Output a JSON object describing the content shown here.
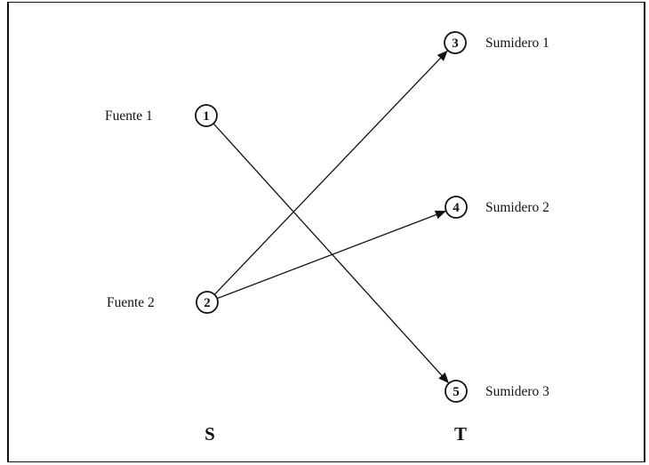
{
  "diagram": {
    "nodes": [
      {
        "id": "1",
        "label": "Fuente 1",
        "side": "left"
      },
      {
        "id": "2",
        "label": "Fuente 2",
        "side": "left"
      },
      {
        "id": "3",
        "label": "Sumidero 1",
        "side": "right"
      },
      {
        "id": "4",
        "label": "Sumidero 2",
        "side": "right"
      },
      {
        "id": "5",
        "label": "Sumidero 3",
        "side": "right"
      }
    ],
    "edges": [
      {
        "from": "1",
        "to": "5"
      },
      {
        "from": "2",
        "to": "3"
      },
      {
        "from": "2",
        "to": "4"
      }
    ],
    "set_labels": {
      "sources": "S",
      "sinks": "T"
    },
    "colors": {
      "stroke": "#111111",
      "background": "#ffffff"
    }
  }
}
